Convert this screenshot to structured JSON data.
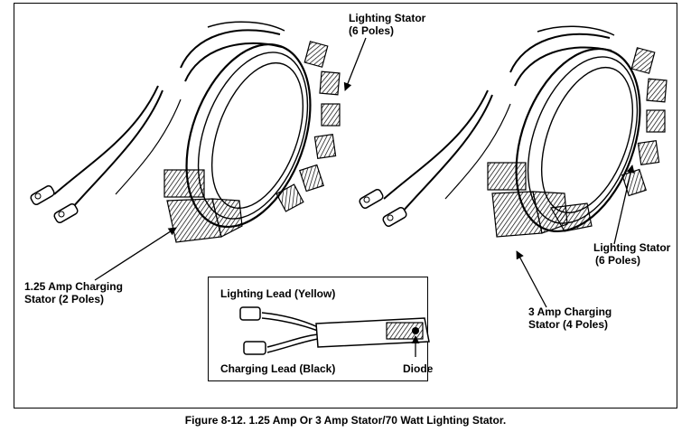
{
  "labels": {
    "lighting_stator_top": [
      "Lighting Stator",
      "(6 Poles)"
    ],
    "charging_stator_125": [
      "1.25 Amp Charging",
      "Stator (2 Poles)"
    ],
    "lighting_stator_right": [
      "Lighting Stator",
      "(6 Poles)"
    ],
    "charging_stator_3": [
      "3 Amp Charging",
      "Stator (4 Poles)"
    ],
    "lighting_lead": "Lighting Lead (Yellow)",
    "charging_lead": "Charging Lead  (Black)",
    "diode": "Diode"
  },
  "caption": "Figure 8-12. 1.25 Amp Or 3 Amp Stator/70 Watt Lighting Stator."
}
